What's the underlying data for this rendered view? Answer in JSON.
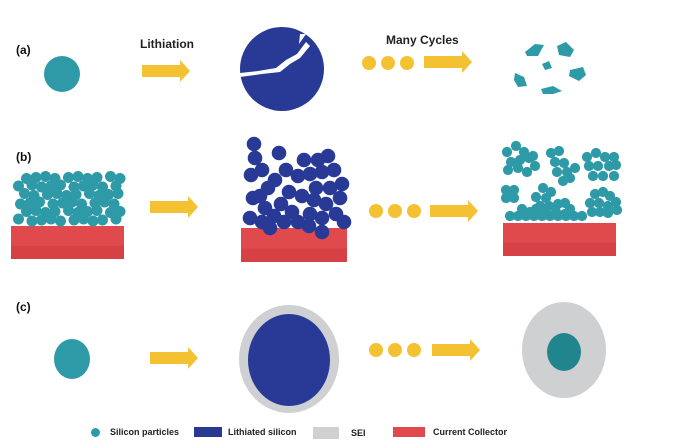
{
  "panels": {
    "a": {
      "label": "(a)",
      "step1": "Lithiation",
      "step2": "Many Cycles"
    },
    "b": {
      "label": "(b)"
    },
    "c": {
      "label": "(c)"
    }
  },
  "colors": {
    "silicon": "#2e9aa7",
    "silicon_dark": "#21858e",
    "lithiated": "#283a96",
    "sei": "#cfd0d2",
    "collector": "#e14a4d",
    "arrow": "#f4c133"
  },
  "legend": [
    {
      "key": "silicon",
      "label": "Silicon particles",
      "shape": "circle"
    },
    {
      "key": "lithiated",
      "label": "Lithiated silicon",
      "shape": "rect"
    },
    {
      "key": "sei",
      "label": "SEI",
      "shape": "rect"
    },
    {
      "key": "collector",
      "label": "Current Collector",
      "shape": "rect"
    }
  ]
}
